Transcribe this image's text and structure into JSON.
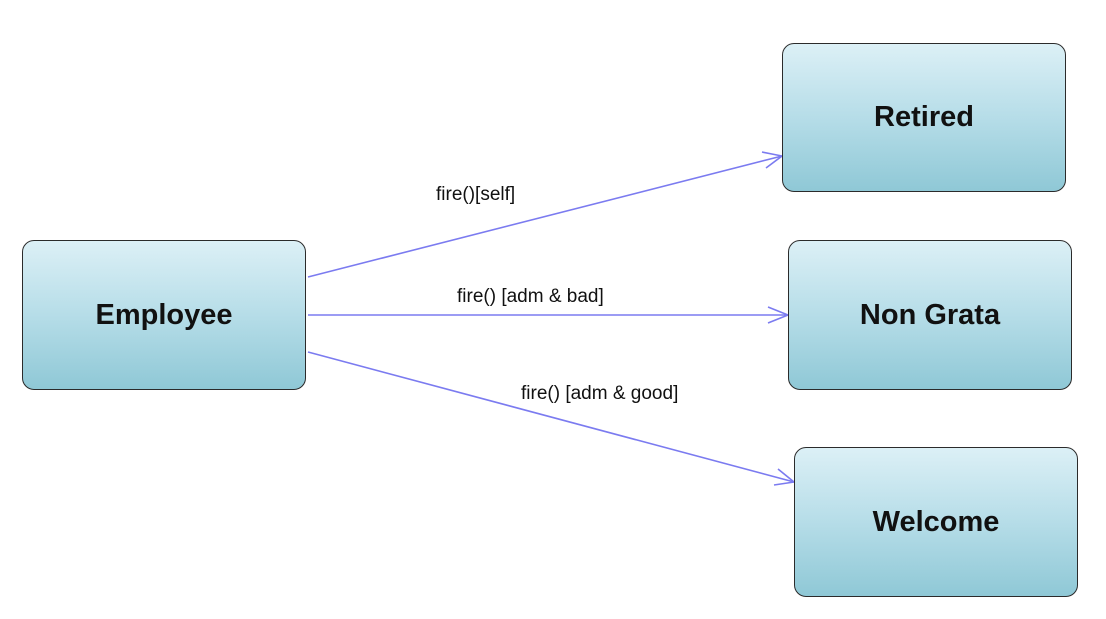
{
  "states": {
    "employee": "Employee",
    "retired": "Retired",
    "non_grata": "Non Grata",
    "welcome": "Welcome"
  },
  "transitions": [
    {
      "from": "Employee",
      "to": "Retired",
      "label": "fire()[self]"
    },
    {
      "from": "Employee",
      "to": "Non Grata",
      "label": "fire() [adm & bad]"
    },
    {
      "from": "Employee",
      "to": "Welcome",
      "label": "fire() [adm & good]"
    }
  ],
  "colors": {
    "edge": "#7b7bf0",
    "state_fill_top": "#dcf0f6",
    "state_fill_bottom": "#8fc8d6",
    "state_border": "#2b2b2b"
  }
}
